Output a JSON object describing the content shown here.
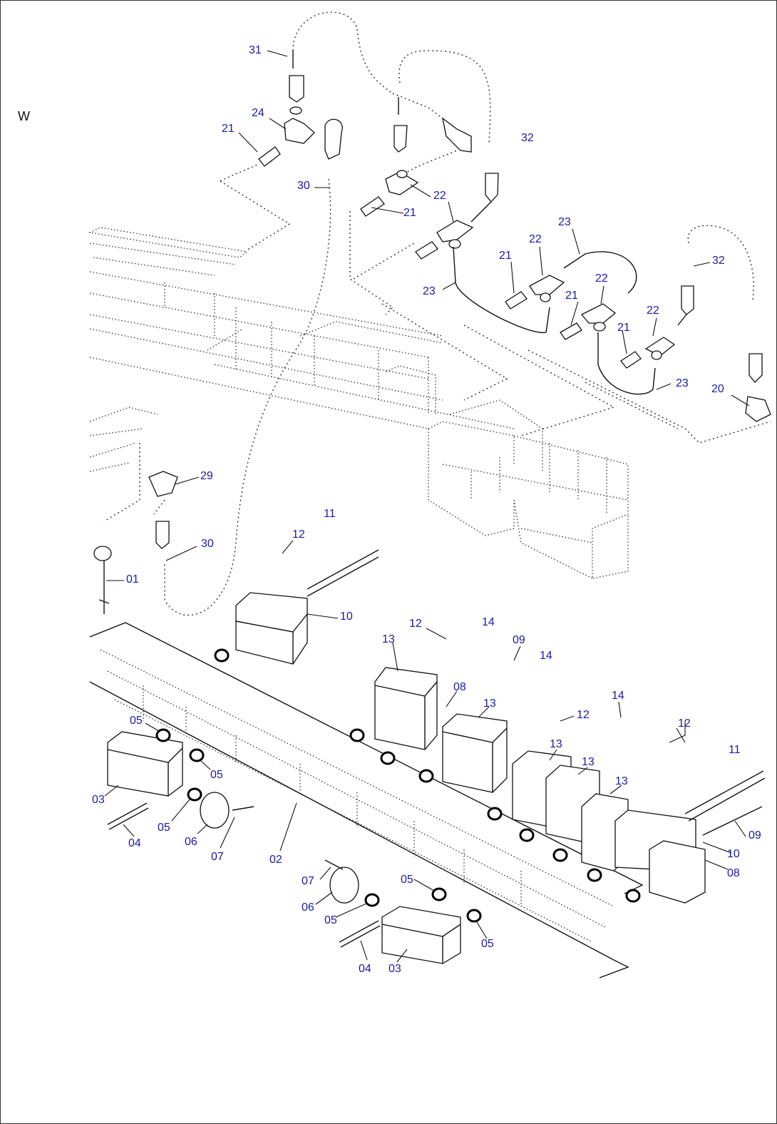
{
  "diagram": {
    "view_label": "W",
    "label_color": "#1a1aa6",
    "callouts": [
      {
        "id": "c31a",
        "text": "31"
      },
      {
        "id": "c24",
        "text": "24"
      },
      {
        "id": "c21a",
        "text": "21"
      },
      {
        "id": "c30a",
        "text": "30"
      },
      {
        "id": "c32a",
        "text": "32"
      },
      {
        "id": "c22a",
        "text": "22"
      },
      {
        "id": "c21b",
        "text": "21"
      },
      {
        "id": "c23a",
        "text": "23"
      },
      {
        "id": "c22b",
        "text": "22"
      },
      {
        "id": "c21c",
        "text": "21"
      },
      {
        "id": "c23b",
        "text": "23"
      },
      {
        "id": "c22c",
        "text": "22"
      },
      {
        "id": "c21d",
        "text": "21"
      },
      {
        "id": "c32b",
        "text": "32"
      },
      {
        "id": "c22d",
        "text": "22"
      },
      {
        "id": "c21e",
        "text": "21"
      },
      {
        "id": "c23c",
        "text": "23"
      },
      {
        "id": "c20",
        "text": "20"
      },
      {
        "id": "c29",
        "text": "29"
      },
      {
        "id": "c11a",
        "text": "11"
      },
      {
        "id": "c12a",
        "text": "12"
      },
      {
        "id": "c30b",
        "text": "30"
      },
      {
        "id": "c01",
        "text": "01"
      },
      {
        "id": "c10a",
        "text": "10"
      },
      {
        "id": "c12b",
        "text": "12"
      },
      {
        "id": "c14a",
        "text": "14"
      },
      {
        "id": "c13a",
        "text": "13"
      },
      {
        "id": "c09a",
        "text": "09"
      },
      {
        "id": "c14b",
        "text": "14"
      },
      {
        "id": "c08a",
        "text": "08"
      },
      {
        "id": "c13b",
        "text": "13"
      },
      {
        "id": "c12c",
        "text": "12"
      },
      {
        "id": "c14c",
        "text": "14"
      },
      {
        "id": "c12d",
        "text": "12"
      },
      {
        "id": "c11b",
        "text": "11"
      },
      {
        "id": "c13c",
        "text": "13"
      },
      {
        "id": "c13d",
        "text": "13"
      },
      {
        "id": "c13e",
        "text": "13"
      },
      {
        "id": "c05a",
        "text": "05"
      },
      {
        "id": "c05b",
        "text": "05"
      },
      {
        "id": "c03a",
        "text": "03"
      },
      {
        "id": "c05c",
        "text": "05"
      },
      {
        "id": "c04a",
        "text": "04"
      },
      {
        "id": "c06a",
        "text": "06"
      },
      {
        "id": "c07a",
        "text": "07"
      },
      {
        "id": "c02",
        "text": "02"
      },
      {
        "id": "c10b",
        "text": "10"
      },
      {
        "id": "c09b",
        "text": "09"
      },
      {
        "id": "c08b",
        "text": "08"
      },
      {
        "id": "c07b",
        "text": "07"
      },
      {
        "id": "c05d",
        "text": "05"
      },
      {
        "id": "c06b",
        "text": "06"
      },
      {
        "id": "c05e",
        "text": "05"
      },
      {
        "id": "c05f",
        "text": "05"
      },
      {
        "id": "c04b",
        "text": "04"
      },
      {
        "id": "c03b",
        "text": "03"
      }
    ]
  }
}
